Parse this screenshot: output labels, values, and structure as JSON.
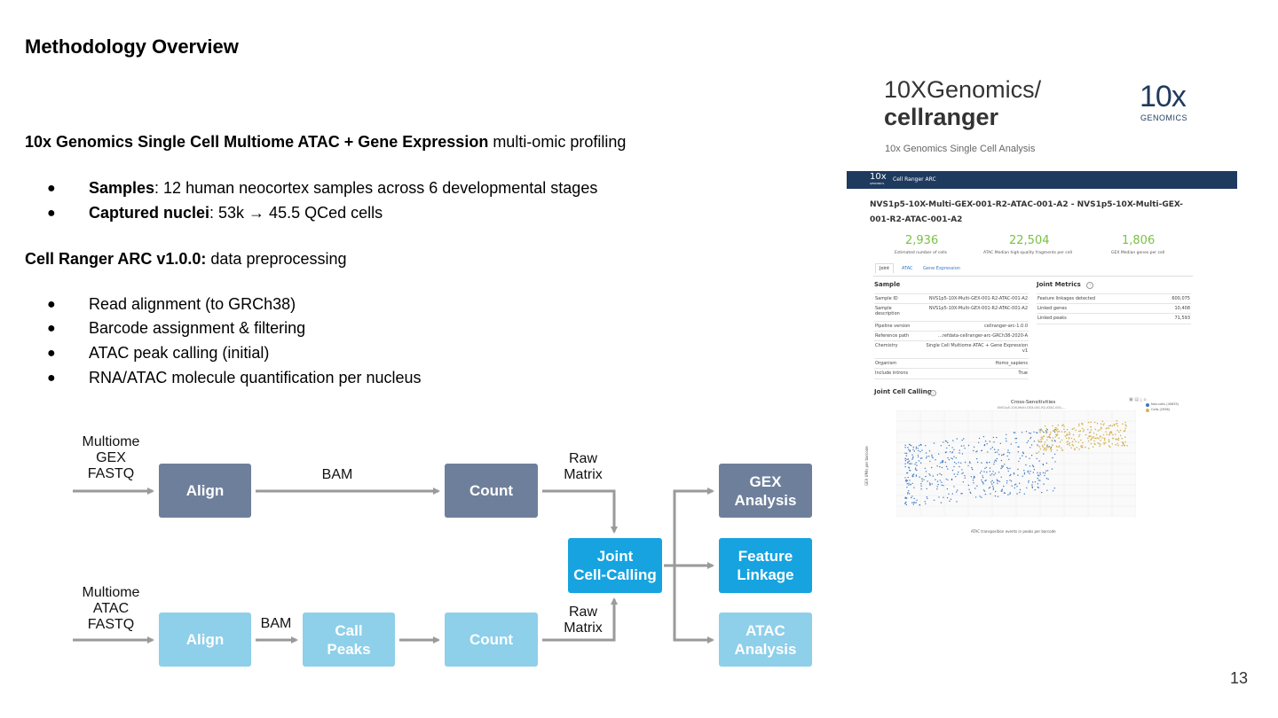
{
  "slide": {
    "title": "Methodology Overview",
    "intro_bold": "10x Genomics Single Cell Multiome ATAC + Gene Expression",
    "intro_rest": " multi-omic profiling",
    "bullets_top": [
      {
        "bold": "Samples",
        "rest": ": 12 human neocortex samples across 6 developmental stages"
      },
      {
        "bold": "Captured nuclei",
        "rest": ": 53k → 45.5 QCed cells"
      }
    ],
    "arc_bold": "Cell Ranger ARC v1.0.0:",
    "arc_rest": " data preprocessing",
    "bullets_bottom": [
      "Read alignment (to GRCh38)",
      "Barcode assignment & filtering",
      "ATAC peak calling (initial)",
      "RNA/ATAC molecule quantification per nucleus"
    ],
    "page_number": "13"
  },
  "diagram": {
    "input_gex": [
      "Multiome",
      "GEX",
      "FASTQ"
    ],
    "input_atac": [
      "Multiome",
      "ATAC",
      "FASTQ"
    ],
    "align": "Align",
    "bam": "BAM",
    "count": "Count",
    "raw_matrix": [
      "Raw",
      "Matrix"
    ],
    "call_peaks": [
      "Call",
      "Peaks"
    ],
    "joint": [
      "Joint",
      "Cell-Calling"
    ],
    "gex_analysis": [
      "GEX",
      "Analysis"
    ],
    "feature_linkage": [
      "Feature",
      "Linkage"
    ],
    "atac_analysis": [
      "ATAC",
      "Analysis"
    ],
    "colors": {
      "slate": "#6e7f9b",
      "light": "#8ecfea",
      "mid": "#16a3e0",
      "arrow": "#9a9a9a"
    }
  },
  "screenshot": {
    "repo_line1": "10XGenomics/",
    "repo_line2": "cellranger",
    "repo_sub": "10x Genomics Single Cell Analysis",
    "logo_big": "10x",
    "logo_small": "GENOMICS",
    "header_logo_big": "10x",
    "header_logo_small": "GENOMICS",
    "header_app": "Cell Ranger ARC",
    "sample_title_1": "NVS1p5-10X-Multi-GEX-001-R2-ATAC-001-A2 - NVS1p5-10X-Multi-GEX-",
    "sample_title_2": "001-R2-ATAC-001-A2",
    "metrics": [
      {
        "value": "2,936",
        "label": "Estimated number of cells"
      },
      {
        "value": "22,504",
        "label": "ATAC Median high-quality fragments per cell"
      },
      {
        "value": "1,806",
        "label": "GEX Median genes per cell"
      }
    ],
    "tabs": [
      "Joint",
      "ATAC",
      "Gene Expression"
    ],
    "sample_heading": "Sample",
    "sample_rows": [
      {
        "k": "Sample ID",
        "v": "NVS1p5-10X-Multi-GEX-001-R2-ATAC-001-A2"
      },
      {
        "k": "Sample description",
        "v": "NVS1p5-10X-Multi-GEX-001-R2-ATAC-001-A2"
      },
      {
        "k": "Pipeline version",
        "v": "cellranger-arc-1.0.0"
      },
      {
        "k": "Reference path",
        "v": "…refdata-cellranger-arc-GRCh38-2020-A"
      },
      {
        "k": "Chemistry",
        "v": "Single Cell Multiome ATAC + Gene Expression v1"
      },
      {
        "k": "Organism",
        "v": "Homo_sapiens"
      },
      {
        "k": "Include introns",
        "v": "True"
      }
    ],
    "joint_heading": "Joint Metrics",
    "joint_rows": [
      {
        "k": "Feature linkages detected",
        "v": "600,075"
      },
      {
        "k": "Linked genes",
        "v": "10,408"
      },
      {
        "k": "Linked peaks",
        "v": "71,593"
      }
    ],
    "calling_heading": "Joint Cell Calling",
    "plot_title": "Cross-Sensitivities",
    "plot_subtitle": "NVS1p5-10X-Multi-GEX-001-R2-ATAC-001-...",
    "legend": [
      "Non-cells (45635)",
      "Cells (2936)"
    ],
    "plot_xlabel": "ATAC transposition events in peaks per barcode",
    "plot_ylabel": "GEX UMIs per barcode",
    "colors": {
      "header": "#1f3a5f",
      "metric": "#7ac143",
      "noncell": "#3b78c0",
      "cell": "#d4b45a"
    }
  }
}
